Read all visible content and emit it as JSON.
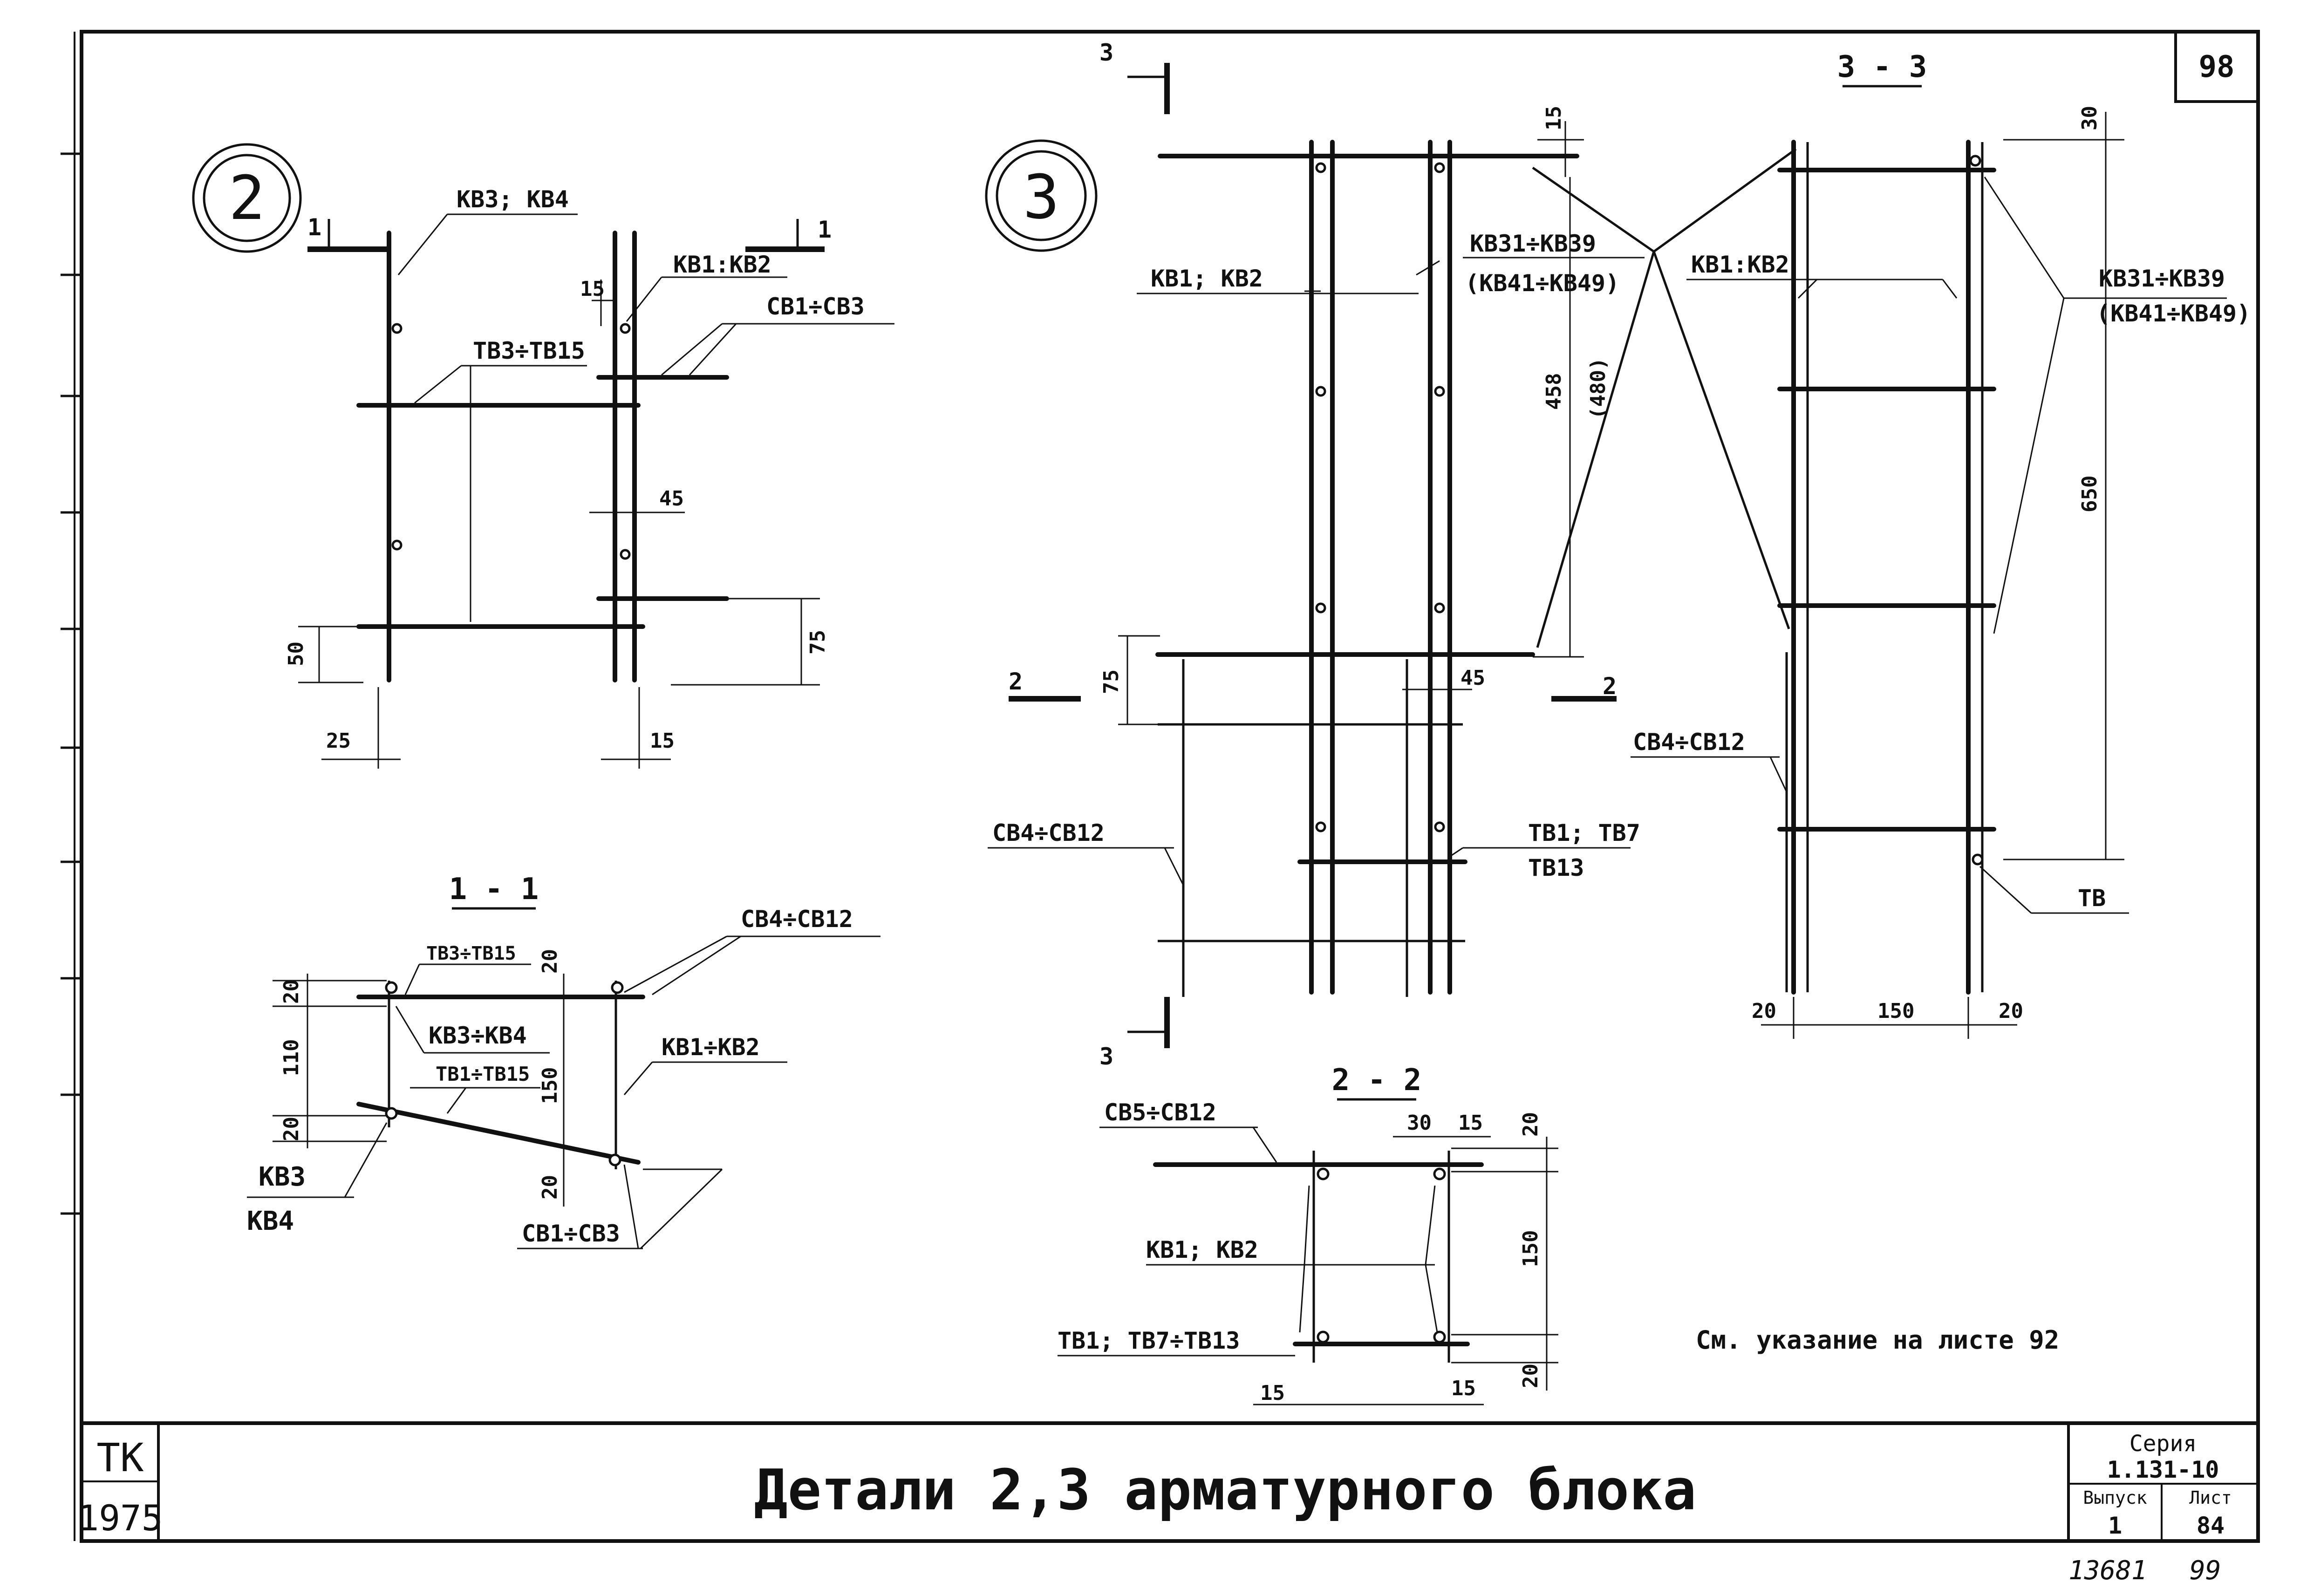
{
  "sheet_number": "98",
  "details": {
    "d2": {
      "marker": "2",
      "section_mark": "1",
      "labels": {
        "kv34": "КВ3; КВ4",
        "kv12": "КВ1:КВ2",
        "tv": "ТВ3÷ТВ15",
        "sv": "СВ1÷СВ3"
      },
      "dims": {
        "d15a": "15",
        "d45": "45",
        "d50": "50",
        "d75": "75",
        "d25": "25",
        "d15b": "15"
      }
    },
    "d3": {
      "marker": "3",
      "section_mark_3": "3",
      "section_mark_2": "2",
      "labels": {
        "kv12": "КВ1; КВ2",
        "kv3x": "КВ31÷КВ39",
        "kv4x": "(КВ41÷КВ49)",
        "sv": "СВ4÷СВ12",
        "tv1": "ТВ1; ТВ7",
        "tv2": "ТВ13"
      },
      "dims": {
        "d15": "15",
        "d458": "458",
        "d480": "(480)",
        "d75": "75",
        "d45": "45"
      }
    }
  },
  "sections": {
    "s11": {
      "title": "1 - 1",
      "labels": {
        "tv315": "ТВ3÷ТВ15",
        "kv34": "КВ3÷КВ4",
        "tv115": "ТВ1÷ТВ15",
        "sv412": "СВ4÷СВ12",
        "kv12": "КВ1÷КВ2",
        "kv3": "КВ3",
        "kv4": "КВ4",
        "sv13": "СВ1÷СВ3"
      },
      "dims": {
        "d20a": "20",
        "d110": "110",
        "d20b": "20",
        "d20c": "20",
        "d150": "150",
        "d20d": "20"
      }
    },
    "s22": {
      "title": "2 - 2",
      "labels": {
        "sv": "СВ5÷СВ12",
        "kv": "КВ1; КВ2",
        "tv": "ТВ1; ТВ7÷ТВ13"
      },
      "dims": {
        "d30": "30",
        "d15a": "15",
        "d20a": "20",
        "d150": "150",
        "d20b": "20",
        "d15b": "15",
        "d15c": "15"
      }
    },
    "s33": {
      "title": "3 - 3",
      "labels": {
        "kv12": "КВ1:КВ2",
        "kv3x": "КВ31÷КВ39",
        "kv4x": "(КВ41÷КВ49)",
        "sv": "СВ4÷СВ12",
        "tv": "ТВ"
      },
      "dims": {
        "d30": "30",
        "d650": "650",
        "d20a": "20",
        "d150": "150",
        "d20b": "20"
      }
    }
  },
  "note": "См. указание на листе 92",
  "title_block": {
    "org_top": "ТК",
    "org_year": "1975",
    "title": "Детали 2,3 арматурного блока",
    "series_label": "Серия",
    "series_value": "1.131-10",
    "issue_label": "Выпуск",
    "issue_value": "1",
    "sheet_label": "Лист",
    "sheet_value": "84"
  },
  "archive": {
    "inv": "13681",
    "page": "99"
  }
}
